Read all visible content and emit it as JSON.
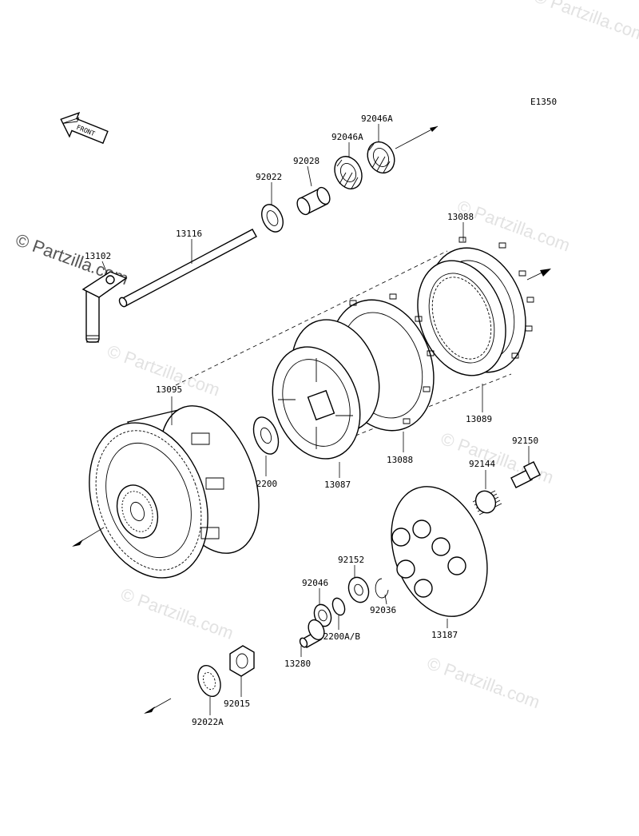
{
  "diagram_code": "E1350",
  "front_label": "FRONT",
  "watermark_text": "© Partzilla.com",
  "parts": {
    "p92046A_top": "92046A",
    "p92046A_mid": "92046A",
    "p92028": "92028",
    "p92022": "92022",
    "p13116": "13116",
    "p13102": "13102",
    "p13088_top": "13088",
    "p13089": "13089",
    "p13088_bottom": "13088",
    "p13087": "13087",
    "p13095": "13095",
    "p92200": "92200",
    "p92150": "92150",
    "p92144": "92144",
    "p92152": "92152",
    "p92046": "92046",
    "p92036": "92036",
    "p92200AB": "92200A/B",
    "p13187": "13187",
    "p13280": "13280",
    "p92015": "92015",
    "p92022A": "92022A"
  }
}
